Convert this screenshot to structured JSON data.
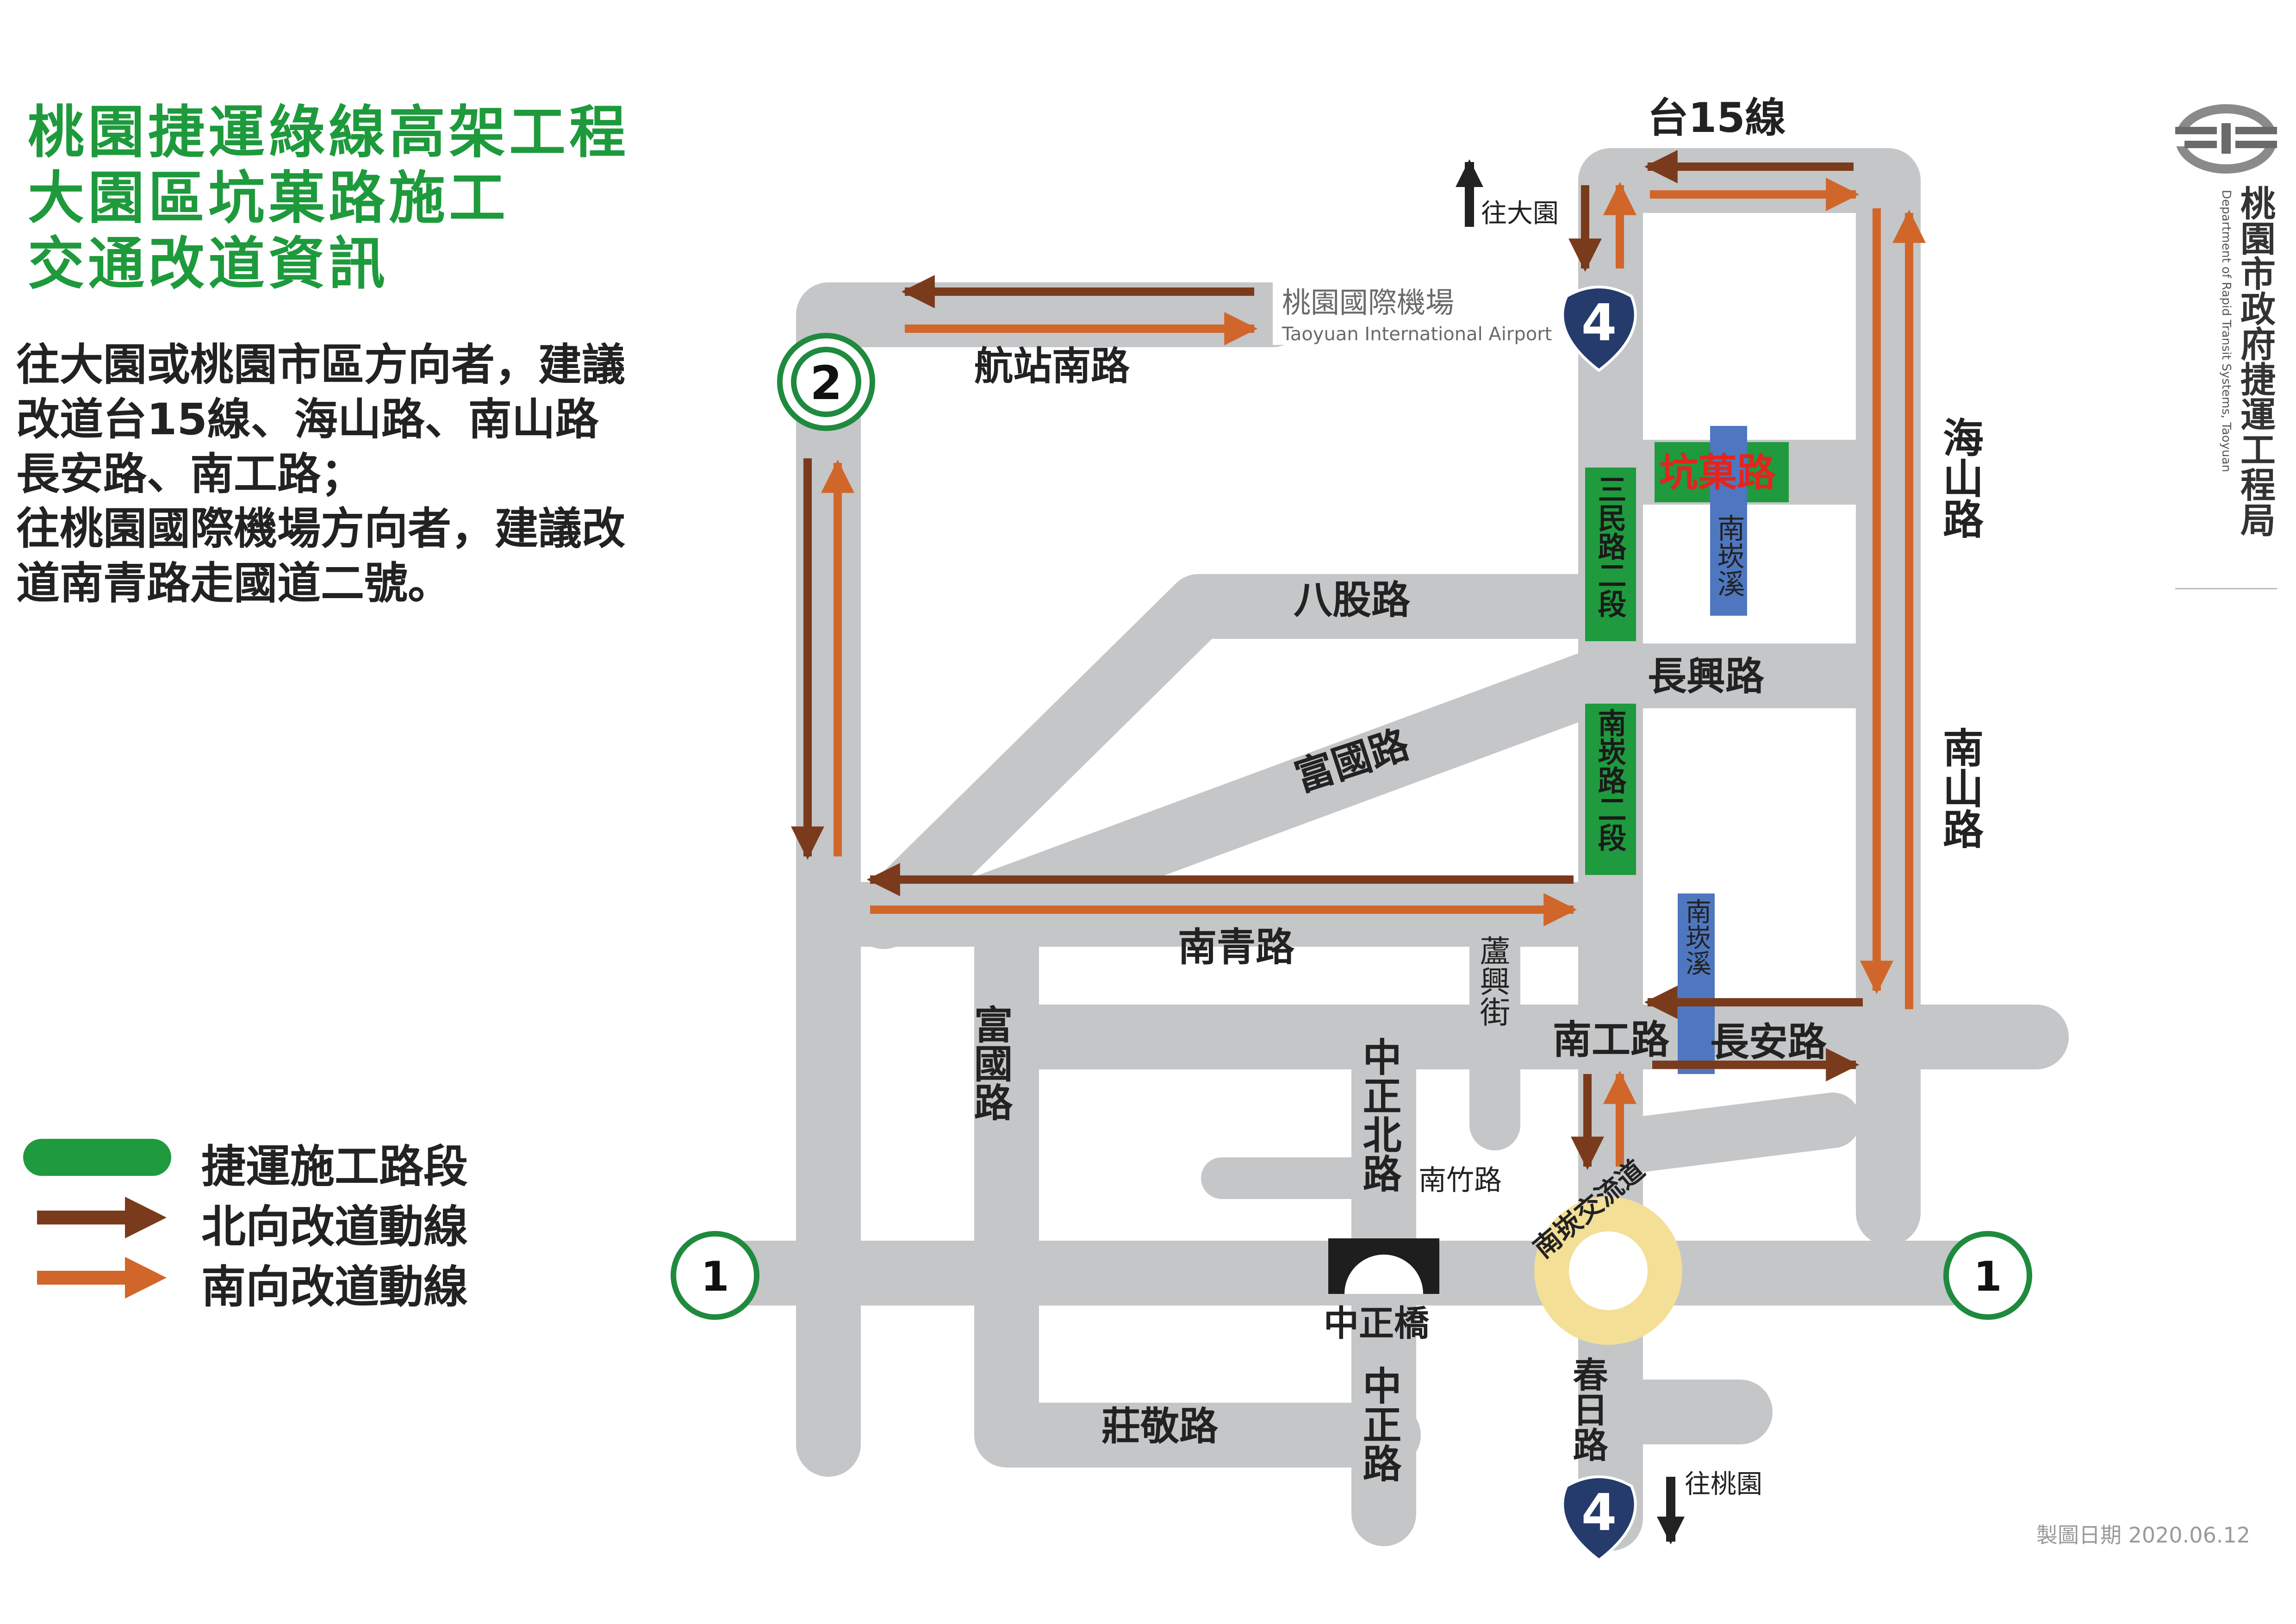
{
  "title": {
    "lines": [
      "桃園捷運綠線高架工程",
      "大園區坑菓路施工",
      "交通改道資訊"
    ]
  },
  "advice": {
    "lines": [
      "往大園或桃園市區方向者，建議",
      "改道台15線、海山路、南山路",
      "長安路、南工路；",
      "往桃園國際機場方向者，建議改",
      "道南青路走國道二號。"
    ]
  },
  "legend": {
    "items": [
      {
        "label": "捷運施工路段",
        "color": "#1f9a3e"
      },
      {
        "label": "北向改道動線",
        "color": "#7a3b1c"
      },
      {
        "label": "南向改道動線",
        "color": "#d1662a"
      }
    ]
  },
  "date_text": "製圖日期 2020.06.12",
  "agency": {
    "name_zh": "桃園市政府捷運工程局",
    "name_en": "Department of Rapid Transit Systems, Taoyuan"
  },
  "map": {
    "roads": {
      "tai15": "台15線",
      "hangzhan": "航站南路",
      "kengguo": "坑菓路",
      "sanmin": "三民路二段",
      "nankan_creek": "南崁溪",
      "baguru": "八股路",
      "changxing": "長興路",
      "fuguo_diag": "富國路",
      "nankan_rd": "南崁路二段",
      "haishan": "海山路",
      "nanshan": "南山路",
      "nanqing": "南青路",
      "luxing": "蘆興街",
      "fuguo_v": "富國路",
      "zhongzheng_n": "中正北路",
      "nangong": "南工路",
      "changan": "長安路",
      "nanzhu": "南竹路",
      "interchange": "南崁交流道",
      "zhongzheng_bridge": "中正橋",
      "chunri": "春日路",
      "zhongzheng": "中正路",
      "zhuangjing": "莊敬路"
    },
    "airport": {
      "zh": "桃園國際機場",
      "en": "Taoyuan International Airport"
    },
    "directions": {
      "north": "往大園",
      "south": "往桃園"
    },
    "shields": {
      "county2": "2",
      "provincial4": "4",
      "national1": "1"
    },
    "colors": {
      "road": "#c4c6c8",
      "mrt_section": "#1f9a3e",
      "northbound": "#7a3b1c",
      "southbound": "#d1662a",
      "creek": "#4f77c0",
      "interchange": "#f3df95",
      "shield_green": "#1f8a3e",
      "shield_blue": "#243b6b"
    }
  }
}
